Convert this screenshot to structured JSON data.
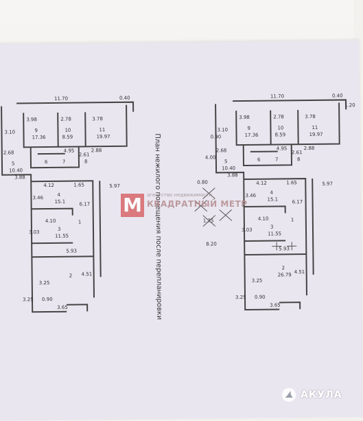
{
  "plan": {
    "title": "План нежилого помещения после перепланировки",
    "dims_top": [
      "11.70",
      "0.40",
      "3.98",
      "2.78",
      "3.78",
      "1.20"
    ],
    "dims_misc": [
      "3.10",
      "5.97",
      "2.68",
      "4.95",
      "2.61",
      "2.88",
      "3.88",
      "4.12",
      "1.65",
      "3.46",
      "6.17",
      "4.10",
      "3.03",
      "5.93",
      "4.51",
      "3.25",
      "0.90",
      "3.65",
      "0.80",
      "1.75",
      "8.20",
      "4.00",
      "0.90"
    ],
    "rooms": [
      {
        "num": "9",
        "area": "17.36"
      },
      {
        "num": "10",
        "area": "8.59"
      },
      {
        "num": "11",
        "area": "19.97"
      },
      {
        "num": "5",
        "area": "10.40"
      },
      {
        "num": "4",
        "area": "15.1"
      },
      {
        "num": "3",
        "area": "11.55"
      },
      {
        "num": "6",
        "area": ""
      },
      {
        "num": "7",
        "area": ""
      },
      {
        "num": "8",
        "area": ""
      },
      {
        "num": "1",
        "area": ""
      },
      {
        "num": "2",
        "area": ""
      }
    ],
    "room2_area_right": "26.79"
  },
  "watermark": {
    "logo_letter": "M",
    "small_text": "агентство недвижимости",
    "big_text": "КВАДРАТНЫЙ МЕТР"
  },
  "brand": {
    "name": "АКУЛА"
  }
}
